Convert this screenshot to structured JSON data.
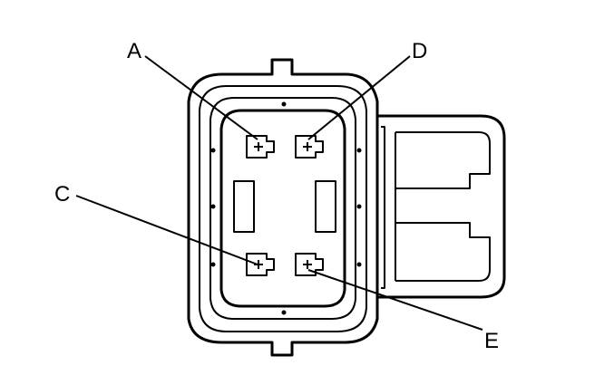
{
  "diagram": {
    "type": "connector-end-view",
    "line_color": "#000000",
    "background": "#ffffff",
    "pins": [
      {
        "id": "A",
        "label": "A"
      },
      {
        "id": "D",
        "label": "D"
      },
      {
        "id": "C",
        "label": "C"
      },
      {
        "id": "E",
        "label": "E"
      }
    ]
  }
}
